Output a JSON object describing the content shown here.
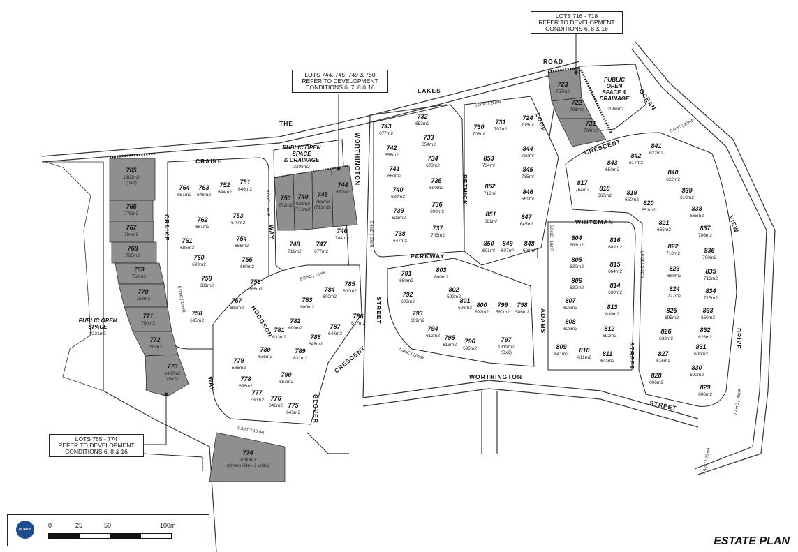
{
  "title": "ESTATE PLAN",
  "callouts": {
    "lots_744": "LOTS 744, 745, 749 & 750\nREFER TO DEVELOPMENT\nCONDITIONS 6, 7, 8 & 16",
    "lots_716": "LOTS 716 - 718\nREFER TO DEVELOPMENT\nCONDITIONS 6, 8 & 16",
    "lots_765": "LOTS 765 - 774\nREFER TO DEVELOPMENT\nCONDITIONS 6, 8 & 16"
  },
  "reserves": {
    "pos_west": {
      "name1": "PUBLIC OPEN",
      "name2": "SPACE",
      "area": "9231m2"
    },
    "pos_north": {
      "name1": "PUBLIC OPEN",
      "name2": "SPACE",
      "name3": "& DRAINAGE",
      "area": "2308m2"
    },
    "pos_east": {
      "name1": "PUBLIC",
      "name2": "OPEN",
      "name3": "SPACE &",
      "name4": "DRAINAGE",
      "area": "2066m2"
    }
  },
  "streets": {
    "the": "THE",
    "lakes": "LAKES",
    "road": "ROAD",
    "craike_top": "CRAIKE",
    "craike_side": "CRAIKE",
    "way_left": "WAY",
    "way_inner": "WAY",
    "worthington_v": "WORTHINGTON",
    "street_v": "STREET",
    "parkway": "PARKWAY",
    "pethick": "PETHICK",
    "loop": "LOOP",
    "crescent_top": "CRESCENT",
    "ocean": "OCEAN",
    "view": "VIEW",
    "drive": "DRIVE",
    "whiteman": "WHITEMAN",
    "adams": "ADAMS",
    "street_adams": "STREET",
    "hodgson": "HODGSON",
    "glover": "GLOVER",
    "crescent_glover": "CRESCENT",
    "worthington_h": "WORTHINGTON",
    "street_bottom": "STREET"
  },
  "road_widths": {
    "w1": "6.0mC | 16mR",
    "w2": "6.0mC | 16mR",
    "w3": "7.4mC | 20mR",
    "w4": "6.0mC | 16mR",
    "w5": "7.4mC | 20mR",
    "w6": "6.0mC | 16mR",
    "w7": "6.0mC | 16mR",
    "w8": "7.4mC | 20mR",
    "w9": "7.4mC | 20mR",
    "w10": "6.0mC | 16mR",
    "w11": "6.0mC | 16mR",
    "w12": "7.4mC | 20mR"
  },
  "lots": [
    {
      "n": "723",
      "a": "757m2",
      "s": true
    },
    {
      "n": "722",
      "a": "703m2",
      "s": true
    },
    {
      "n": "721",
      "a": "734m2",
      "s": true
    },
    {
      "n": "765",
      "a": "1363m2",
      "x": "(Dx2)",
      "s": true
    },
    {
      "n": "766",
      "a": "775m2",
      "s": true
    },
    {
      "n": "767",
      "a": "764m2",
      "s": true
    },
    {
      "n": "768",
      "a": "765m2",
      "s": true
    },
    {
      "n": "769",
      "a": "750m2",
      "s": true
    },
    {
      "n": "770",
      "a": "758m2",
      "s": true
    },
    {
      "n": "771",
      "a": "750m2",
      "s": true
    },
    {
      "n": "772",
      "a": "755m2",
      "s": true
    },
    {
      "n": "773",
      "a": "1400m2",
      "x": "(Dx2)",
      "s": true
    },
    {
      "n": "774",
      "a": "2090m2",
      "x": "(Group Site - 3 units)",
      "s": true
    },
    {
      "n": "750",
      "a": "672m2",
      "s": true
    },
    {
      "n": "749",
      "a": "828m2",
      "x": "(713m2)",
      "s": true
    },
    {
      "n": "745",
      "a": "785m2",
      "x": "(713m2)",
      "s": true
    },
    {
      "n": "744",
      "a": "670m2",
      "s": true
    },
    {
      "n": "764",
      "a": "651m2"
    },
    {
      "n": "763",
      "a": "646m2"
    },
    {
      "n": "752",
      "a": "644m2"
    },
    {
      "n": "751",
      "a": "646m2"
    },
    {
      "n": "762",
      "a": "661m2"
    },
    {
      "n": "753",
      "a": "670m2"
    },
    {
      "n": "761",
      "a": "685m2"
    },
    {
      "n": "754",
      "a": "686m2"
    },
    {
      "n": "760",
      "a": "693m2"
    },
    {
      "n": "755",
      "a": "680m2"
    },
    {
      "n": "759",
      "a": "681m2"
    },
    {
      "n": "756",
      "a": "686m2"
    },
    {
      "n": "758",
      "a": "695m2"
    },
    {
      "n": "757",
      "a": "689m2"
    },
    {
      "n": "748",
      "a": "711m2"
    },
    {
      "n": "747",
      "a": "677m2"
    },
    {
      "n": "746",
      "a": "704m2"
    },
    {
      "n": "743",
      "a": "677m2"
    },
    {
      "n": "732",
      "a": "653m2"
    },
    {
      "n": "742",
      "a": "658m2"
    },
    {
      "n": "733",
      "a": "654m2"
    },
    {
      "n": "741",
      "a": "660m2"
    },
    {
      "n": "734",
      "a": "673m2"
    },
    {
      "n": "740",
      "a": "639m2"
    },
    {
      "n": "735",
      "a": "690m2"
    },
    {
      "n": "739",
      "a": "623m2"
    },
    {
      "n": "736",
      "a": "690m2"
    },
    {
      "n": "738",
      "a": "647m2"
    },
    {
      "n": "737",
      "a": "705m2"
    },
    {
      "n": "730",
      "a": "708m²"
    },
    {
      "n": "731",
      "a": "707m²"
    },
    {
      "n": "724",
      "a": "715m²"
    },
    {
      "n": "853",
      "a": "734m²"
    },
    {
      "n": "844",
      "a": "730m²"
    },
    {
      "n": "845",
      "a": "735m²"
    },
    {
      "n": "852",
      "a": "716m²"
    },
    {
      "n": "846",
      "a": "661m²"
    },
    {
      "n": "851",
      "a": "681m²"
    },
    {
      "n": "847",
      "a": "645m²"
    },
    {
      "n": "850",
      "a": "601m²"
    },
    {
      "n": "849",
      "a": "607m²"
    },
    {
      "n": "848",
      "a": "608m²"
    },
    {
      "n": "785",
      "a": "600m2"
    },
    {
      "n": "784",
      "a": "600m2"
    },
    {
      "n": "783",
      "a": "600m2"
    },
    {
      "n": "786",
      "a": "617m2"
    },
    {
      "n": "782",
      "a": "600m2"
    },
    {
      "n": "787",
      "a": "643m2"
    },
    {
      "n": "788",
      "a": "648m2"
    },
    {
      "n": "781",
      "a": "633m2"
    },
    {
      "n": "789",
      "a": "631m2"
    },
    {
      "n": "780",
      "a": "636m2"
    },
    {
      "n": "779",
      "a": "666m2"
    },
    {
      "n": "790",
      "a": "653m2"
    },
    {
      "n": "778",
      "a": "698m2"
    },
    {
      "n": "777",
      "a": "760m2"
    },
    {
      "n": "776",
      "a": "646m2"
    },
    {
      "n": "775",
      "a": "645m2"
    },
    {
      "n": "791",
      "a": "680m2"
    },
    {
      "n": "803",
      "a": "600m2"
    },
    {
      "n": "792",
      "a": "603m2"
    },
    {
      "n": "802",
      "a": "592m2"
    },
    {
      "n": "793",
      "a": "609m2"
    },
    {
      "n": "801",
      "a": "596m2"
    },
    {
      "n": "794",
      "a": "612m2"
    },
    {
      "n": "795",
      "a": "613m2"
    },
    {
      "n": "800",
      "a": "602m2"
    },
    {
      "n": "799",
      "a": "580m2"
    },
    {
      "n": "798",
      "a": "586m2"
    },
    {
      "n": "796",
      "a": "595m2"
    },
    {
      "n": "797",
      "a": "1319m2",
      "x": "(Dx2)"
    },
    {
      "n": "804",
      "a": "683m2"
    },
    {
      "n": "816",
      "a": "683m2"
    },
    {
      "n": "805",
      "a": "630m2"
    },
    {
      "n": "815",
      "a": "664m2"
    },
    {
      "n": "806",
      "a": "630m2"
    },
    {
      "n": "814",
      "a": "630m2"
    },
    {
      "n": "807",
      "a": "625m2"
    },
    {
      "n": "813",
      "a": "630m2"
    },
    {
      "n": "808",
      "a": "628m2"
    },
    {
      "n": "812",
      "a": "692m2"
    },
    {
      "n": "809",
      "a": "641m2"
    },
    {
      "n": "810",
      "a": "611m2"
    },
    {
      "n": "811",
      "a": "641m2"
    },
    {
      "n": "843",
      "a": "650m2"
    },
    {
      "n": "842",
      "a": "617m2"
    },
    {
      "n": "841",
      "a": "622m2"
    },
    {
      "n": "817",
      "a": "764m2"
    },
    {
      "n": "818",
      "a": "667m2"
    },
    {
      "n": "819",
      "a": "650m2"
    },
    {
      "n": "840",
      "a": "622m2"
    },
    {
      "n": "820",
      "a": "651m2"
    },
    {
      "n": "839",
      "a": "610m2"
    },
    {
      "n": "821",
      "a": "655m2"
    },
    {
      "n": "838",
      "a": "665m2"
    },
    {
      "n": "837",
      "a": "706m2"
    },
    {
      "n": "822",
      "a": "710m2"
    },
    {
      "n": "836",
      "a": "700m2"
    },
    {
      "n": "823",
      "a": "689m2"
    },
    {
      "n": "835",
      "a": "718m2"
    },
    {
      "n": "824",
      "a": "727m2"
    },
    {
      "n": "834",
      "a": "715m2"
    },
    {
      "n": "825",
      "a": "695m2"
    },
    {
      "n": "833",
      "a": "660m2"
    },
    {
      "n": "826",
      "a": "633m2"
    },
    {
      "n": "832",
      "a": "625m2"
    },
    {
      "n": "827",
      "a": "616m2"
    },
    {
      "n": "831",
      "a": "600m2"
    },
    {
      "n": "828",
      "a": "606m2"
    },
    {
      "n": "830",
      "a": "600m2"
    },
    {
      "n": "829",
      "a": "600m2"
    }
  ],
  "legend": {
    "north": "NORTH",
    "ticks": [
      "0",
      "25",
      "50",
      "100m"
    ]
  }
}
